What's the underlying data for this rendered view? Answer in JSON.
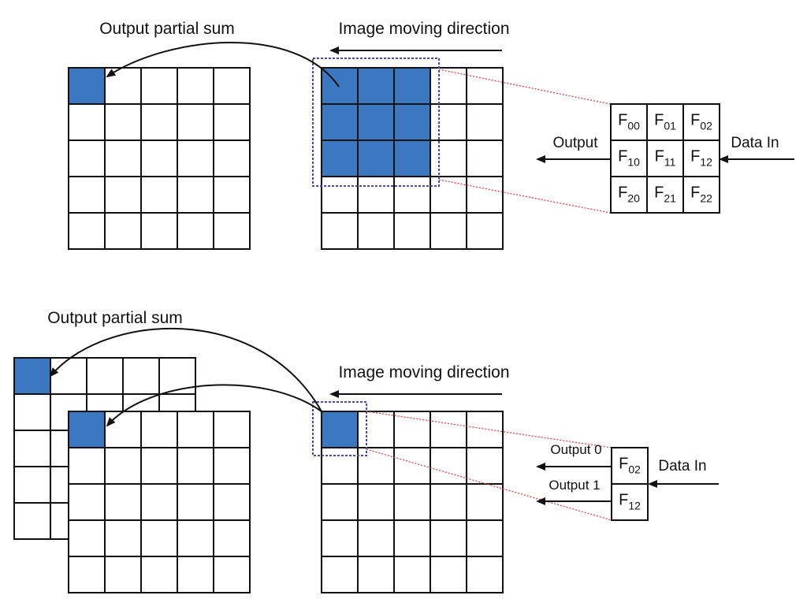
{
  "colors": {
    "filled": "#3b78c1",
    "grid_line": "#111111",
    "window_border": "#4a4aa8",
    "projection_line": "#e0404a"
  },
  "top": {
    "output_label": "Output partial sum",
    "direction_label": "Image moving direction",
    "output_arrow_label": "Output",
    "data_in_label": "Data In",
    "filter": [
      [
        {
          "base": "F",
          "sub": "00"
        },
        {
          "base": "F",
          "sub": "01"
        },
        {
          "base": "F",
          "sub": "02"
        }
      ],
      [
        {
          "base": "F",
          "sub": "10"
        },
        {
          "base": "F",
          "sub": "11"
        },
        {
          "base": "F",
          "sub": "12"
        }
      ],
      [
        {
          "base": "F",
          "sub": "20"
        },
        {
          "base": "F",
          "sub": "21"
        },
        {
          "base": "F",
          "sub": "22"
        }
      ]
    ]
  },
  "bottom": {
    "output_label": "Output partial sum",
    "direction_label": "Image moving direction",
    "output0_label": "Output 0",
    "output1_label": "Output 1",
    "data_in_label": "Data In",
    "filter": [
      [
        {
          "base": "F",
          "sub": "02"
        }
      ],
      [
        {
          "base": "F",
          "sub": "12"
        }
      ]
    ]
  }
}
